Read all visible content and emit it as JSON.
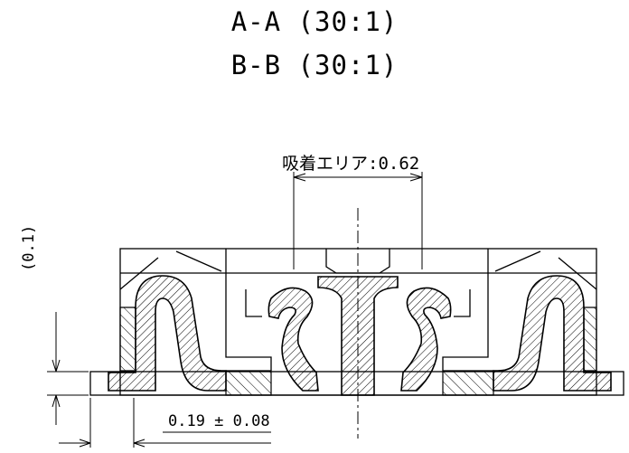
{
  "titles": {
    "section_aa": "A-A (30:1)",
    "section_bb": "B-B (30:1)"
  },
  "dimensions": {
    "adsorption_area": "吸着エリア:0.62",
    "gap_tolerance": "0.19 ± 0.08",
    "height_ref": "(0.1)"
  },
  "colors": {
    "line": "#000000",
    "background": "#ffffff"
  }
}
